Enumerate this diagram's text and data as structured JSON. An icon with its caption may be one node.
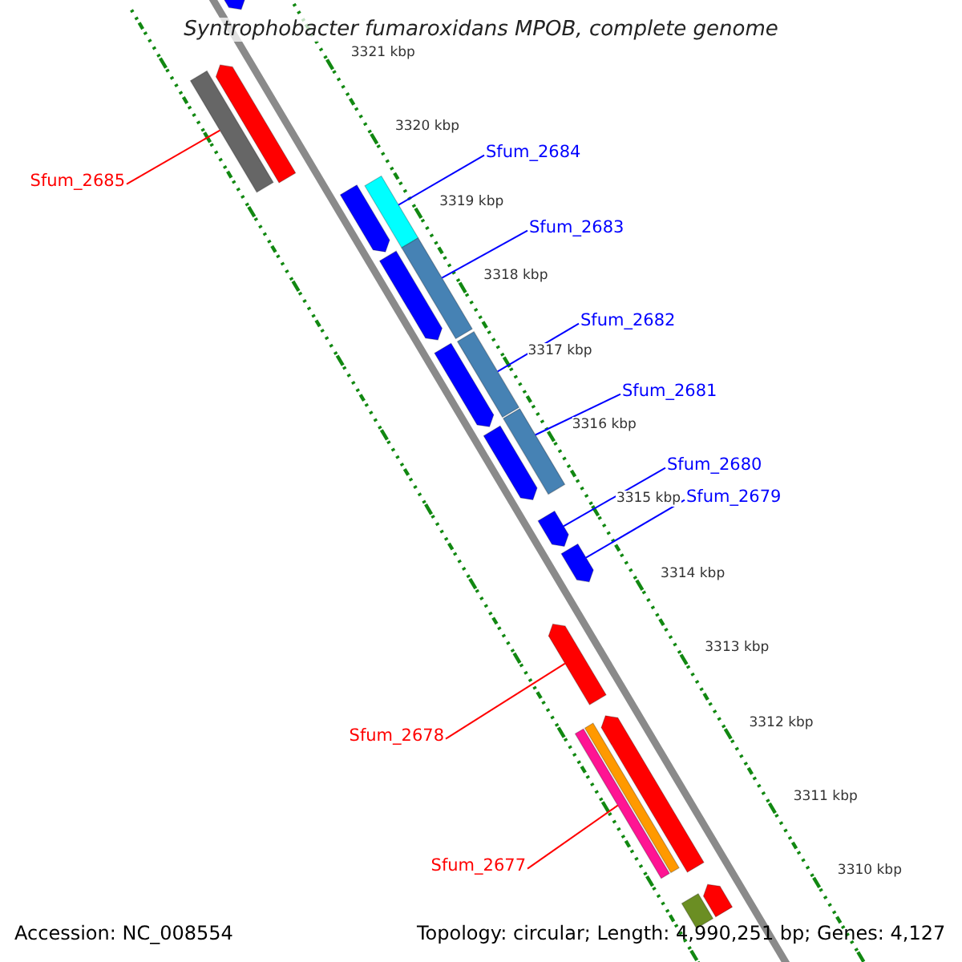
{
  "diagram": {
    "title": "Syntrophobacter fumaroxidans MPOB, complete genome",
    "nodes": [
      {
        "text": [
          "Sfum_2684"
        ]
      },
      {
        "text": [
          "Sfum_2685"
        ]
      },
      {
        "text": [
          "Sfum_2683"
        ]
      },
      {
        "text": [
          "Sfum_2682"
        ]
      },
      {
        "text": [
          "Sfum_2681"
        ]
      },
      {
        "text": [
          "Sfum_2680"
        ]
      },
      {
        "text": [
          "Sfum_2679"
        ]
      },
      {
        "text": [
          "Sfum_2678"
        ]
      },
      {
        "text": [
          "Sfum_2677"
        ]
      },
      {
        "text": [],
        "shape": "bar"
      },
      {
        "text": [],
        "shape": "bar"
      },
      {
        "text": [],
        "shape": "bar"
      },
      {
        "text": [],
        "shape": "bar"
      },
      {
        "text": [],
        "shape": "bar"
      },
      {
        "text": [],
        "shape": "bar"
      },
      {
        "text": [],
        "shape": "bar"
      },
      {
        "text": [],
        "shape": "bar"
      },
      {
        "text": [],
        "shape": "bar"
      },
      {
        "text": [],
        "shape": "bar"
      },
      {
        "text": [],
        "shape": "bar"
      },
      {
        "text": [],
        "shape": "bar"
      },
      {
        "text": [],
        "shape": "bar"
      },
      {
        "text": [],
        "shape": "bar"
      },
      {
        "text": [],
        "shape": "bar"
      },
      {
        "text": [],
        "shape": "bar"
      },
      {
        "text": [],
        "shape": "bar"
      },
      {
        "text": [],
        "shape": "bar"
      },
      {
        "text": [],
        "shape": "bar"
      }
    ],
    "edges": [
      {
        "from": 0,
        "to": 13,
        "arrow": "none"
      },
      {
        "from": 1,
        "to": 10,
        "arrow": "none",
        "color": "#ff0000"
      },
      {
        "from": 2,
        "to": 15,
        "arrow": "none"
      },
      {
        "from": 3,
        "to": 17,
        "arrow": "none"
      },
      {
        "from": 4,
        "to": 19,
        "arrow": "none"
      },
      {
        "from": 5,
        "to": 20,
        "arrow": "none"
      },
      {
        "from": 6,
        "to": 21,
        "arrow": "none"
      },
      {
        "from": 7,
        "to": 22,
        "arrow": "none",
        "color": "#ff0000"
      },
      {
        "from": 8,
        "to": 23,
        "arrow": "none",
        "color": "#ff0000"
      }
    ],
    "labels": [
      "3321 kbp",
      "3320 kbp",
      "3319 kbp",
      "3318 kbp",
      "3317 kbp",
      "3316 kbp",
      "3315 kbp",
      "3314 kbp",
      "3313 kbp",
      "3312 kbp",
      "3311 kbp",
      "3310 kbp",
      "Accession: NC_008554",
      "Topology: circular; Length: 4,990,251 bp; Genes: 4,127"
    ]
  }
}
